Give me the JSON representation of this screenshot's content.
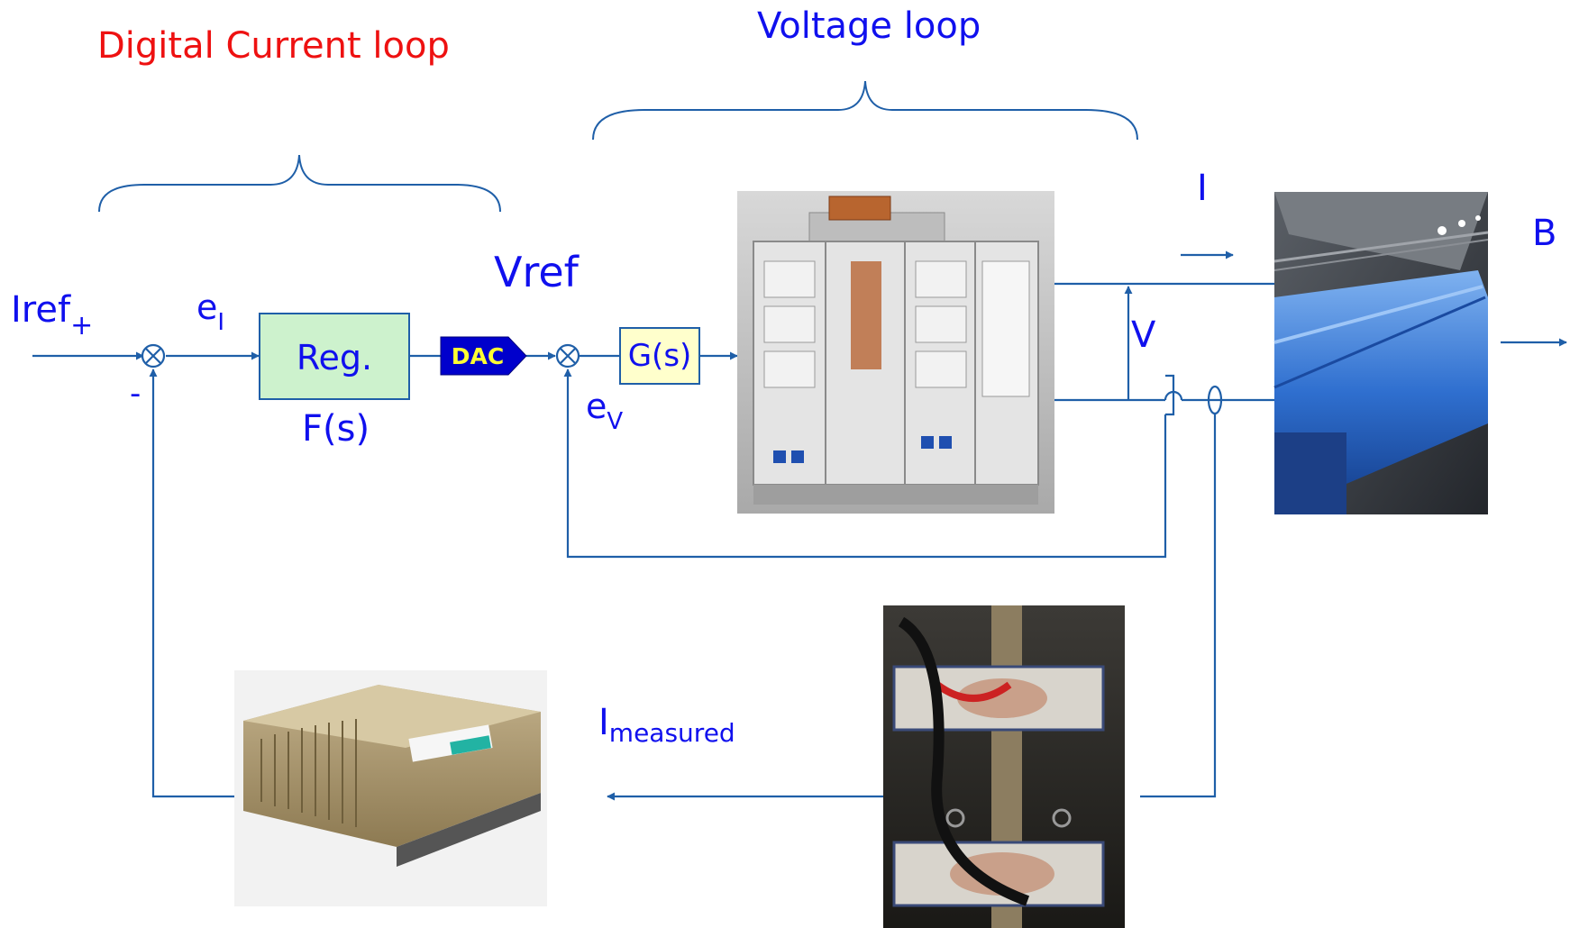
{
  "labels": {
    "digital_current_loop": "Digital Current loop",
    "voltage_loop": "Voltage loop",
    "iref": "Iref",
    "plus": "+",
    "minus": "-",
    "e_i_main": "e",
    "e_i_sub": "I",
    "vref": "Vref",
    "e_v_main": "e",
    "e_v_sub": "V",
    "v": "V",
    "i": "I",
    "b": "B",
    "i_measured_main": "I",
    "i_measured_sub": "measured",
    "f_s": "F(s)"
  },
  "blocks": {
    "reg": "Reg.",
    "dac": "DAC",
    "g_s": "G(s)"
  },
  "colors": {
    "line": "#1f5fa8",
    "text_blue": "#1010ee",
    "title_red": "#ee1111",
    "reg_fill": "#cdf2cd",
    "reg_border": "#1f5fa8",
    "g_fill": "#ffffcc",
    "dac_fill": "#0000cc",
    "dac_text": "#ffff33"
  }
}
